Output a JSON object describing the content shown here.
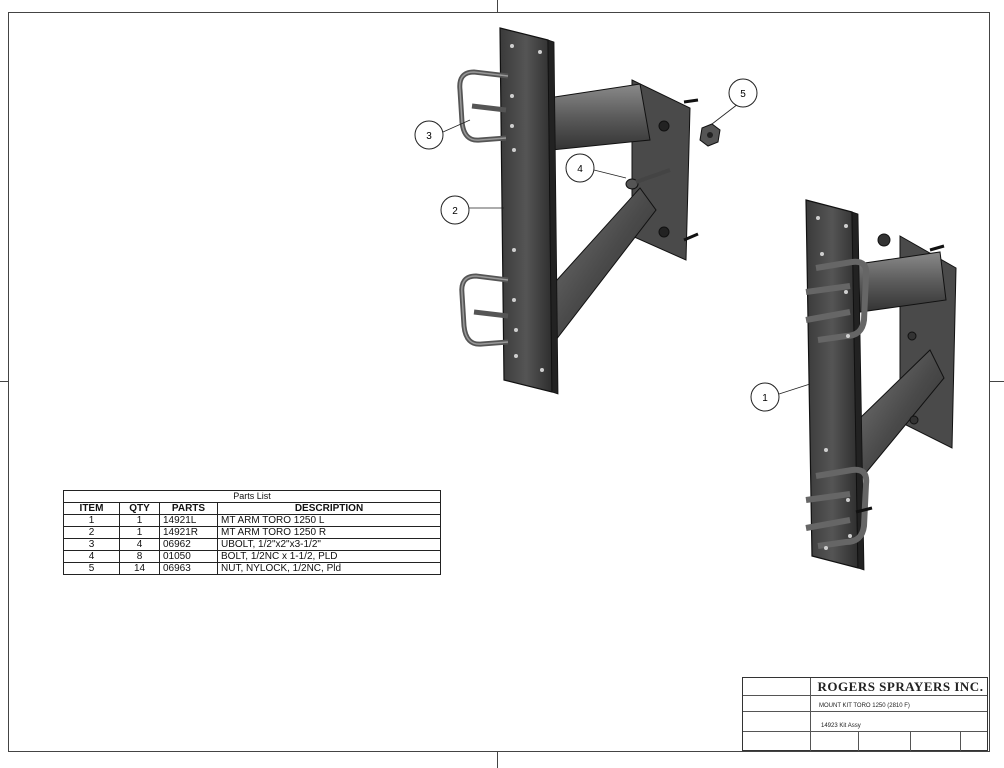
{
  "drawing": {
    "balloons": [
      "1",
      "2",
      "3",
      "4",
      "5"
    ]
  },
  "parts_list": {
    "title": "Parts List",
    "headers": [
      "ITEM",
      "QTY",
      "PARTS",
      "DESCRIPTION"
    ],
    "rows": [
      {
        "item": "1",
        "qty": "1",
        "part": "14921L",
        "description": "MT ARM TORO 1250 L"
      },
      {
        "item": "2",
        "qty": "1",
        "part": "14921R",
        "description": "MT ARM TORO 1250 R"
      },
      {
        "item": "3",
        "qty": "4",
        "part": "06962",
        "description": "UBOLT, 1/2\"x2\"x3-1/2\""
      },
      {
        "item": "4",
        "qty": "8",
        "part": "01050",
        "description": "BOLT, 1/2NC x 1-1/2, PLD"
      },
      {
        "item": "5",
        "qty": "14",
        "part": "06963",
        "description": "NUT, NYLOCK, 1/2NC, Pld"
      }
    ]
  },
  "title_block": {
    "company": "ROGERS SPRAYERS INC.",
    "title": "MOUNT KIT TORO 1250 (2810 F)",
    "drawing_no": "14923 Kit Assy"
  }
}
